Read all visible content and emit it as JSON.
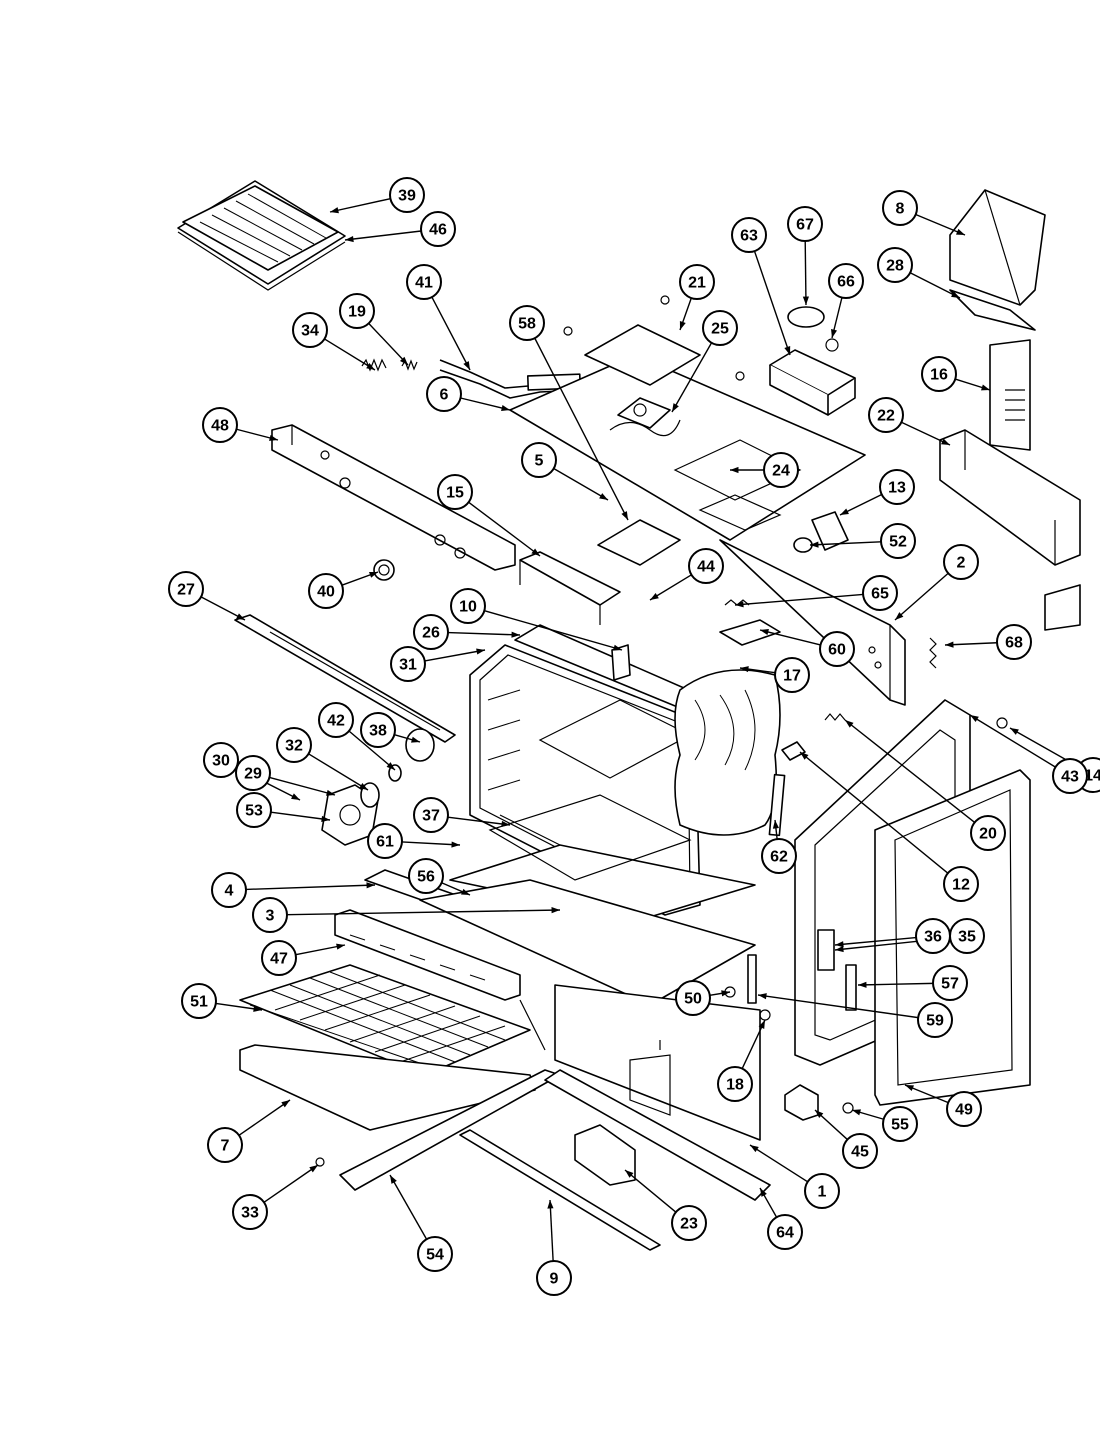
{
  "callouts": [
    {
      "label": "39"
    },
    {
      "label": "46"
    },
    {
      "label": "41"
    },
    {
      "label": "34"
    },
    {
      "label": "19"
    },
    {
      "label": "58"
    },
    {
      "label": "21"
    },
    {
      "label": "25"
    },
    {
      "label": "63"
    },
    {
      "label": "67"
    },
    {
      "label": "66"
    },
    {
      "label": "8"
    },
    {
      "label": "28"
    },
    {
      "label": "16"
    },
    {
      "label": "22"
    },
    {
      "label": "6"
    },
    {
      "label": "48"
    },
    {
      "label": "5"
    },
    {
      "label": "24"
    },
    {
      "label": "15"
    },
    {
      "label": "13"
    },
    {
      "label": "52"
    },
    {
      "label": "40"
    },
    {
      "label": "44"
    },
    {
      "label": "2"
    },
    {
      "label": "65"
    },
    {
      "label": "27"
    },
    {
      "label": "10"
    },
    {
      "label": "26"
    },
    {
      "label": "60"
    },
    {
      "label": "68"
    },
    {
      "label": "31"
    },
    {
      "label": "17"
    },
    {
      "label": "42"
    },
    {
      "label": "38"
    },
    {
      "label": "32"
    },
    {
      "label": "30"
    },
    {
      "label": "29"
    },
    {
      "label": "14"
    },
    {
      "label": "43"
    },
    {
      "label": "53"
    },
    {
      "label": "37"
    },
    {
      "label": "20"
    },
    {
      "label": "61"
    },
    {
      "label": "62"
    },
    {
      "label": "12"
    },
    {
      "label": "4"
    },
    {
      "label": "56"
    },
    {
      "label": "3"
    },
    {
      "label": "36"
    },
    {
      "label": "35"
    },
    {
      "label": "47"
    },
    {
      "label": "57"
    },
    {
      "label": "51"
    },
    {
      "label": "50"
    },
    {
      "label": "59"
    },
    {
      "label": "18"
    },
    {
      "label": "49"
    },
    {
      "label": "7"
    },
    {
      "label": "45"
    },
    {
      "label": "55"
    },
    {
      "label": "1"
    },
    {
      "label": "33"
    },
    {
      "label": "23"
    },
    {
      "label": "64"
    },
    {
      "label": "54"
    },
    {
      "label": "9"
    }
  ]
}
